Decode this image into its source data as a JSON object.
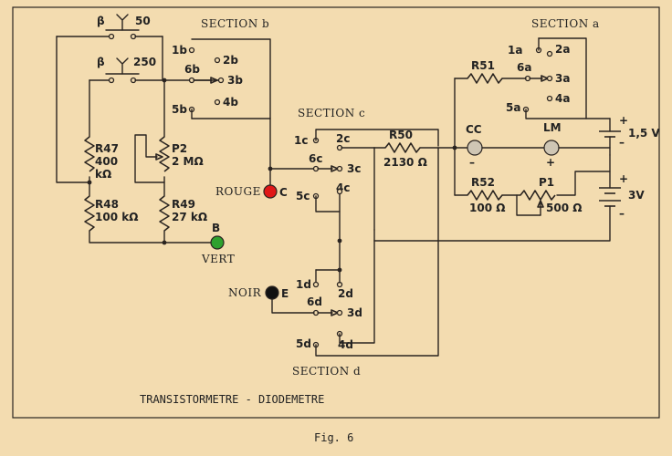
{
  "title": "TRANSISTORMETRE - DIODEMETRE",
  "caption": "Fig. 6",
  "colors": {
    "background": "#f3dcb0",
    "ink": "#2a2420",
    "red": "#e01818",
    "green": "#2ea12e",
    "black": "#111111"
  },
  "sections": {
    "a": "SECTION a",
    "b": "SECTION b",
    "c": "SECTION c",
    "d": "SECTION d"
  },
  "switches": {
    "beta50": {
      "symbol": "β",
      "value": "50"
    },
    "beta250": {
      "symbol": "β",
      "value": "250"
    }
  },
  "contacts": {
    "1b": "1b",
    "2b": "2b",
    "3b": "3b",
    "4b": "4b",
    "5b": "5b",
    "6b": "6b",
    "1a": "1a",
    "2a": "2a",
    "3a": "3a",
    "4a": "4a",
    "5a": "5a",
    "6a": "6a",
    "1c": "1c",
    "2c": "2c",
    "3c": "3c",
    "4c": "4c",
    "5c": "5c",
    "6c": "6c",
    "1d": "1d",
    "2d": "2d",
    "3d": "3d",
    "4d": "4d",
    "5d": "5d",
    "6d": "6d"
  },
  "components": {
    "r47": {
      "name": "R47",
      "value": "400",
      "unit": "kΩ"
    },
    "r48": {
      "name": "R48",
      "value": "100 kΩ"
    },
    "p2": {
      "name": "P2",
      "value": "2 MΩ"
    },
    "r49": {
      "name": "R49",
      "value": "27 kΩ"
    },
    "r50": {
      "name": "R50",
      "value": "2130 Ω"
    },
    "r51": {
      "name": "R51"
    },
    "r52": {
      "name": "R52",
      "value": "100 Ω"
    },
    "p1": {
      "name": "P1",
      "value": "500 Ω"
    },
    "cc": {
      "name": "CC",
      "polarity": "–"
    },
    "lm": {
      "name": "LM",
      "polarity": "+"
    },
    "bat1": {
      "value": "1,5 V",
      "plus": "+",
      "minus": "–"
    },
    "bat2": {
      "value": "3V",
      "plus": "+",
      "minus": "–"
    }
  },
  "terminals": {
    "rouge": {
      "name": "ROUGE",
      "letter": "C"
    },
    "vert": {
      "name": "VERT",
      "letter": "B"
    },
    "noir": {
      "name": "NOIR",
      "letter": "E"
    }
  }
}
